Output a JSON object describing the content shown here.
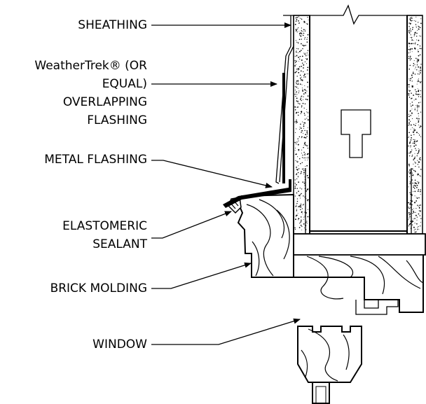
{
  "labels": {
    "sheathing": "SHEATHING",
    "weathertrek_1": "WeatherTrek® (OR",
    "weathertrek_2": "EQUAL)",
    "weathertrek_3": "OVERLAPPING",
    "weathertrek_4": "FLASHING",
    "metal_flashing": "METAL FLASHING",
    "sealant_1": "ELASTOMERIC",
    "sealant_2": "SEALANT",
    "brick_molding": "BRICK MOLDING",
    "window": "WINDOW"
  },
  "colors": {
    "line": "#000000",
    "background": "#ffffff"
  }
}
